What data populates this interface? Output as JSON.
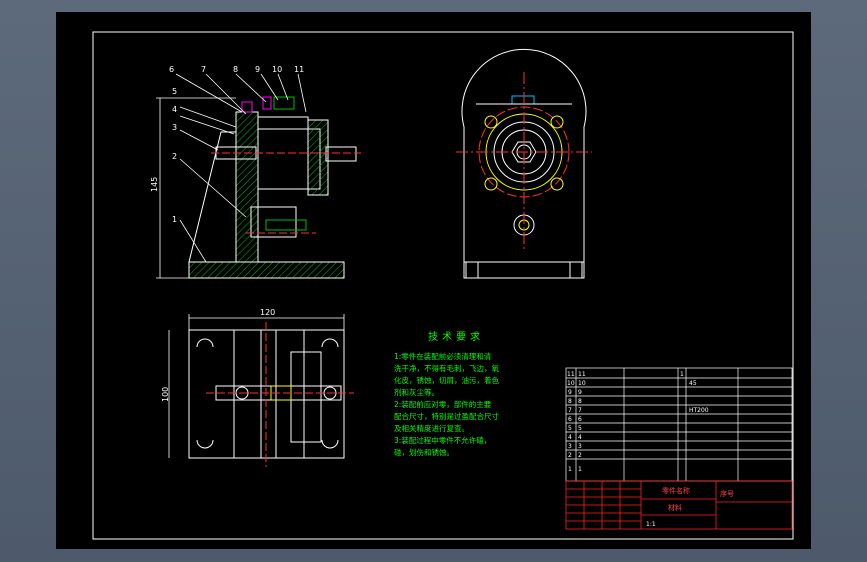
{
  "drawing": {
    "callouts": [
      "1",
      "2",
      "3",
      "4",
      "5",
      "6",
      "7",
      "8",
      "9",
      "10",
      "11"
    ],
    "dim_height": "145",
    "dim_width": "120",
    "dim_depth": "100"
  },
  "tech": {
    "title": "技术要求",
    "lines": [
      "1:零件在装配前必须清理和清",
      "洗干净，不得有毛刺，飞边，氧",
      "化皮，锈蚀，切屑，油污，着色",
      "剂和灰尘等。",
      "2:装配前应对零，部件的主要",
      "配合尺寸，特别是过盈配合尺寸",
      "及相关精度进行复查。",
      "3:装配过程中零件不允许磕，",
      "碰，划伤和锈蚀。"
    ]
  },
  "bom": {
    "rows": [
      [
        "11",
        "11"
      ],
      [
        "10",
        "10"
      ],
      [
        "9",
        "9"
      ],
      [
        "8",
        "8"
      ],
      [
        "7",
        "7"
      ],
      [
        "6",
        "6"
      ],
      [
        "5",
        "5"
      ],
      [
        "4",
        "4"
      ],
      [
        "3",
        "3"
      ],
      [
        "2",
        "2"
      ],
      [
        "1",
        "1"
      ]
    ],
    "qty": "1",
    "mat_a": "45",
    "mat_b": "HT200"
  },
  "title_block": {
    "name": "零件名称",
    "material": "材料",
    "no_label": "序号",
    "scale": "1:1"
  },
  "colors": {
    "background": "#000000",
    "outline": "#ffffff",
    "hatch": "#00c000",
    "center": "#ff3030",
    "hidden": "#ffff00",
    "text": "#00ff00",
    "block_red": "#ff2020",
    "accent": "#ff00ff"
  }
}
